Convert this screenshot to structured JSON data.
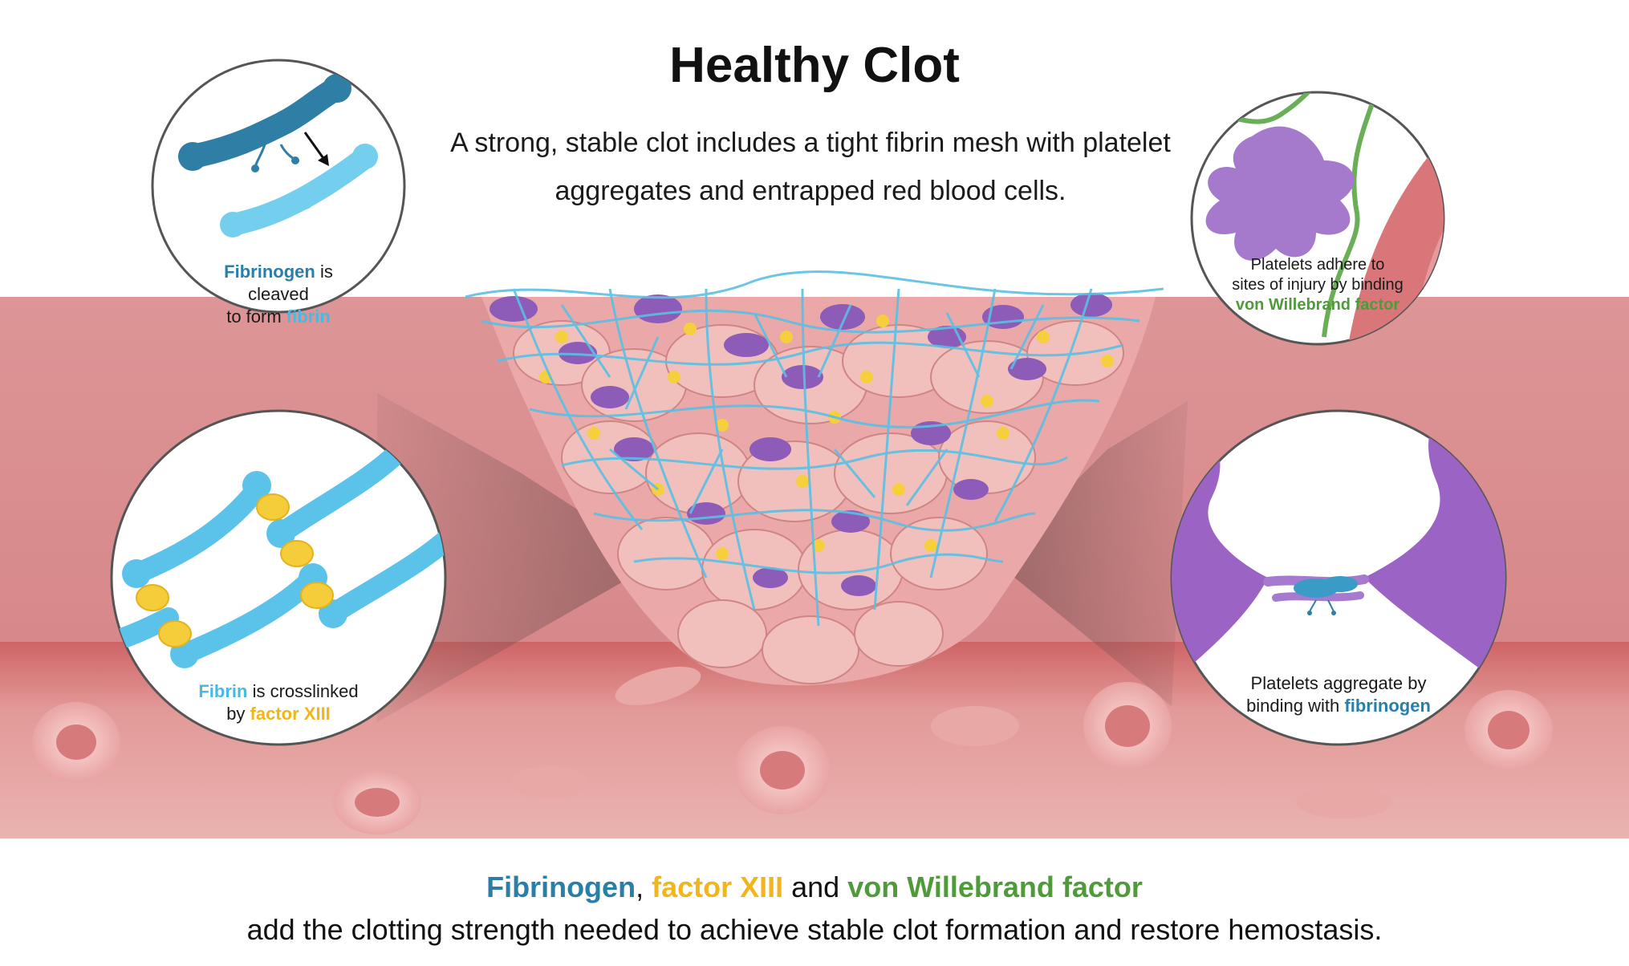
{
  "title": "Healthy Clot",
  "subtitle": "A strong, stable clot includes a tight fibrin mesh with platelet aggregates and entrapped red blood cells.",
  "panels": {
    "top_left": {
      "term1": "Fibrinogen",
      "text1": " is cleaved",
      "text2": "to form ",
      "term2": "fibrin"
    },
    "bottom_left": {
      "term1": "Fibrin",
      "text1": " is crosslinked",
      "text2": "by ",
      "term2": "factor XIII"
    },
    "top_right": {
      "text1": "Platelets adhere to",
      "text2": "sites of injury by binding",
      "term1": "von Willebrand factor"
    },
    "bottom_right": {
      "text1": "Platelets aggregate by",
      "text2": "binding with ",
      "term1": "fibrinogen"
    }
  },
  "footer": {
    "term_fibrinogen": "Fibrinogen",
    "sep1": ", ",
    "term_factor": "factor XIII",
    "sep2": " and ",
    "term_vwf": "von Willebrand factor",
    "line2": "add the clotting strength needed to achieve stable clot formation and restore hemostasis."
  },
  "colors": {
    "fibrinogen": "#2a7fa8",
    "fibrin": "#47b9e3",
    "factor_xiii": "#f2b51a",
    "vwf": "#4f9a3a",
    "platelet": "#9b63c4",
    "vessel": "#d9898a"
  }
}
